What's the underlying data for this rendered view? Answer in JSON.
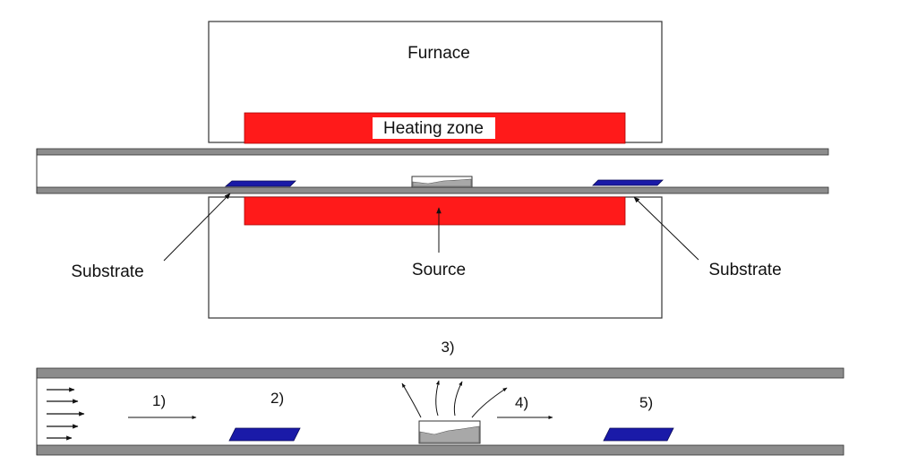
{
  "labels": {
    "furnace": "Furnace",
    "heating_zone": "Heating zone",
    "source": "Source",
    "substrate_left": "Substrate",
    "substrate_right": "Substrate",
    "figure_number": "3)"
  },
  "steps": [
    "1)",
    "2)",
    "4)",
    "5)"
  ],
  "colors": {
    "heater": "#ff1a1a",
    "substrate": "#1a1aa8",
    "tube_wall": "#888888",
    "source": "#a8a8a8",
    "outline": "#222222"
  }
}
